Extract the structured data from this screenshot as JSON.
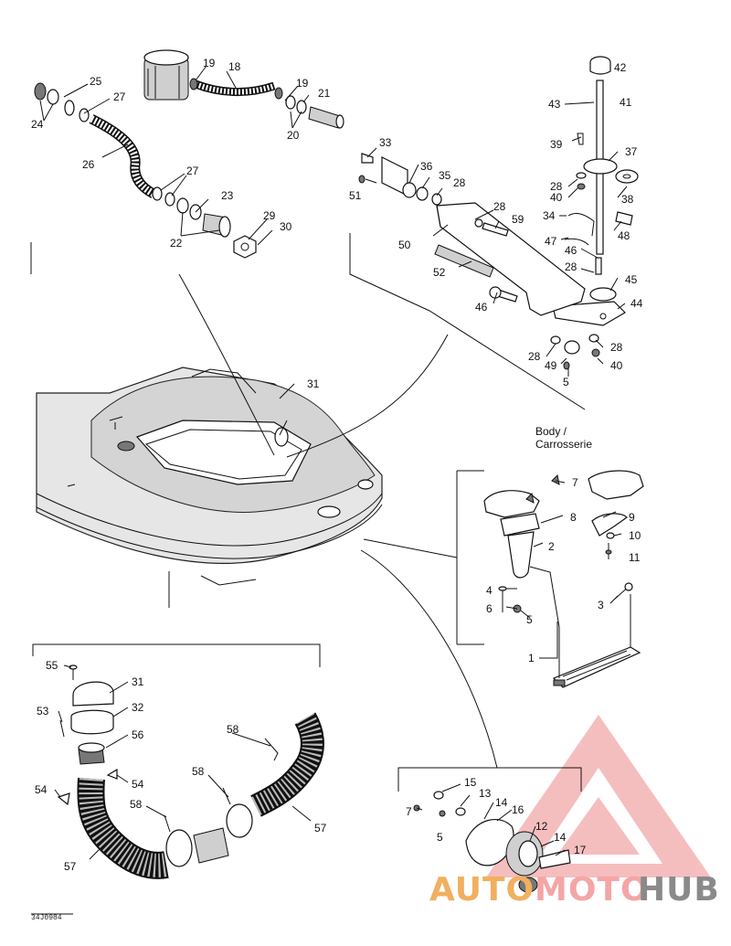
{
  "labels": {
    "n1": "1",
    "n2": "2",
    "n3": "3",
    "n4": "4",
    "n5a": "5",
    "n5b": "5",
    "n5c": "5",
    "n6": "6",
    "n7a": "7",
    "n7b": "7",
    "n8": "8",
    "n9": "9",
    "n10": "10",
    "n11": "11",
    "n12": "12",
    "n13": "13",
    "n14a": "14",
    "n14b": "14",
    "n15": "15",
    "n16": "16",
    "n17": "17",
    "n18": "18",
    "n19a": "19",
    "n19b": "19",
    "n20": "20",
    "n21": "21",
    "n22": "22",
    "n23": "23",
    "n24": "24",
    "n25": "25",
    "n26": "26",
    "n27a": "27",
    "n27b": "27",
    "n28a": "28",
    "n28b": "28",
    "n28c": "28",
    "n28d": "28",
    "n28e": "28",
    "n28f": "28",
    "n29": "29",
    "n30": "30",
    "n31a": "31",
    "n31b": "31",
    "n32": "32",
    "n33": "33",
    "n34": "34",
    "n35": "35",
    "n36": "36",
    "n37": "37",
    "n38": "38",
    "n39": "39",
    "n40a": "40",
    "n40b": "40",
    "n41": "41",
    "n42": "42",
    "n43": "43",
    "n44": "44",
    "n45": "45",
    "n46a": "46",
    "n46b": "46",
    "n47": "47",
    "n48": "48",
    "n49": "49",
    "n50": "50",
    "n51": "51",
    "n52": "52",
    "n53": "53",
    "n54a": "54",
    "n54b": "54",
    "n55": "55",
    "n56": "56",
    "n57a": "57",
    "n57b": "57",
    "n58a": "58",
    "n58b": "58",
    "n58c": "58",
    "n59": "59"
  },
  "body_caption": {
    "line1": "Body /",
    "line2": "Carrosserie"
  },
  "figure_code": "34J0984",
  "watermark": {
    "part1": "AUTO",
    "part2": "MOTO",
    "part3": "HUB",
    "color": "#e23a3a",
    "color_mid": "#f0a2a2",
    "color_end": "#8a8a8a"
  }
}
